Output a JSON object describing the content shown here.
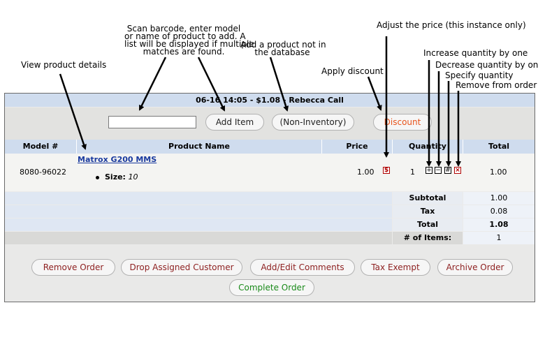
{
  "annotations": {
    "scan": [
      "Scan barcode, enter model",
      "or name of product to add.  A",
      "list will be displayed if multiple",
      "matches are found."
    ],
    "add_product": [
      "Add a product not in",
      "the database"
    ],
    "adjust_price": "Adjust the price (this instance only)",
    "increase_qty": "Increase quantity by one",
    "decrease_qty": "Decrease quantity by one",
    "specify_qty": "Specify quantity",
    "remove": "Remove from order",
    "apply_discount": "Apply discount",
    "view_details": "View product details"
  },
  "header": {
    "title": "06-16 14:05 - $1.08 - Rebecca Call"
  },
  "toolbar": {
    "search_value": "",
    "add_item": "Add Item",
    "non_inventory": "(Non-Inventory)",
    "discount": "Discount"
  },
  "columns": [
    "Model #",
    "Product Name",
    "Price",
    "Quantity",
    "Total"
  ],
  "item": {
    "model": "8080-96022",
    "name": "Matrox G200 MMS",
    "attr_label": "Size:",
    "attr_value": "10",
    "price": "1.00",
    "quantity": "1",
    "total": "1.00"
  },
  "icons": {
    "price": "dollar-icon",
    "increase": "plus-icon",
    "decrease": "minus-icon",
    "specify": "grid-icon",
    "remove": "x-icon"
  },
  "summary": {
    "subtotal_label": "Subtotal",
    "subtotal": "1.00",
    "tax_label": "Tax",
    "tax": "0.08",
    "total_label": "Total",
    "total": "1.08",
    "items_label": "# of Items:",
    "items": "1"
  },
  "actions": {
    "remove_order": "Remove Order",
    "drop_customer": "Drop Assigned Customer",
    "comments": "Add/Edit Comments",
    "tax_exempt": "Tax Exempt",
    "archive": "Archive Order",
    "complete": "Complete Order"
  }
}
